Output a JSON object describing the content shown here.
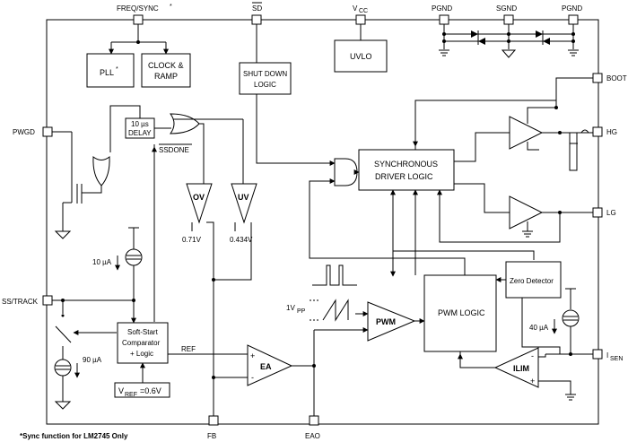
{
  "pins": {
    "freq_sync": "FREQ/SYNC",
    "freq_sync_star": "*",
    "sd": "SD",
    "vcc_v": "V",
    "vcc_sub": "CC",
    "pgnd_left": "PGND",
    "sgnd": "SGND",
    "pgnd_right": "PGND",
    "boot": "BOOT",
    "hg": "HG",
    "lg": "LG",
    "isen_i": "I",
    "isen_sub": "SEN",
    "pwgd": "PWGD",
    "ss_track": "SS/TRACK",
    "fb": "FB",
    "eao": "EAO"
  },
  "blocks": {
    "pll": "PLL",
    "pll_star": "*",
    "clock_ramp_1": "CLOCK &",
    "clock_ramp_2": "RAMP",
    "uvlo": "UVLO",
    "shutdown_1": "SHUT DOWN",
    "shutdown_2": "LOGIC",
    "delay_1": "10 µs",
    "delay_2": "DELAY",
    "ssdone": "SSDONE",
    "ov": "OV",
    "uv": "UV",
    "ov_ref": "0.71V",
    "uv_ref": "0.434V",
    "sync_driver_1": "SYNCHRONOUS",
    "sync_driver_2": "DRIVER LOGIC",
    "zero_detector": "Zero Detector",
    "pwm_logic": "PWM LOGIC",
    "pwm": "PWM",
    "ea": "EA",
    "ilim": "ILIM",
    "softstart_1": "Soft-Start",
    "softstart_2": "Comparator",
    "softstart_3": "+ Logic",
    "ref": "REF",
    "vref_v": "V",
    "vref_sub": "REF",
    "vref_val": "=0.6V",
    "vpp_1": "1V",
    "vpp_sub": "PP",
    "src_10ua": "10 µA",
    "src_90ua": "90 µA",
    "src_40ua": "40 µA",
    "plus": "+",
    "minus": "-"
  },
  "footnote": "*Sync function for LM2745 Only"
}
